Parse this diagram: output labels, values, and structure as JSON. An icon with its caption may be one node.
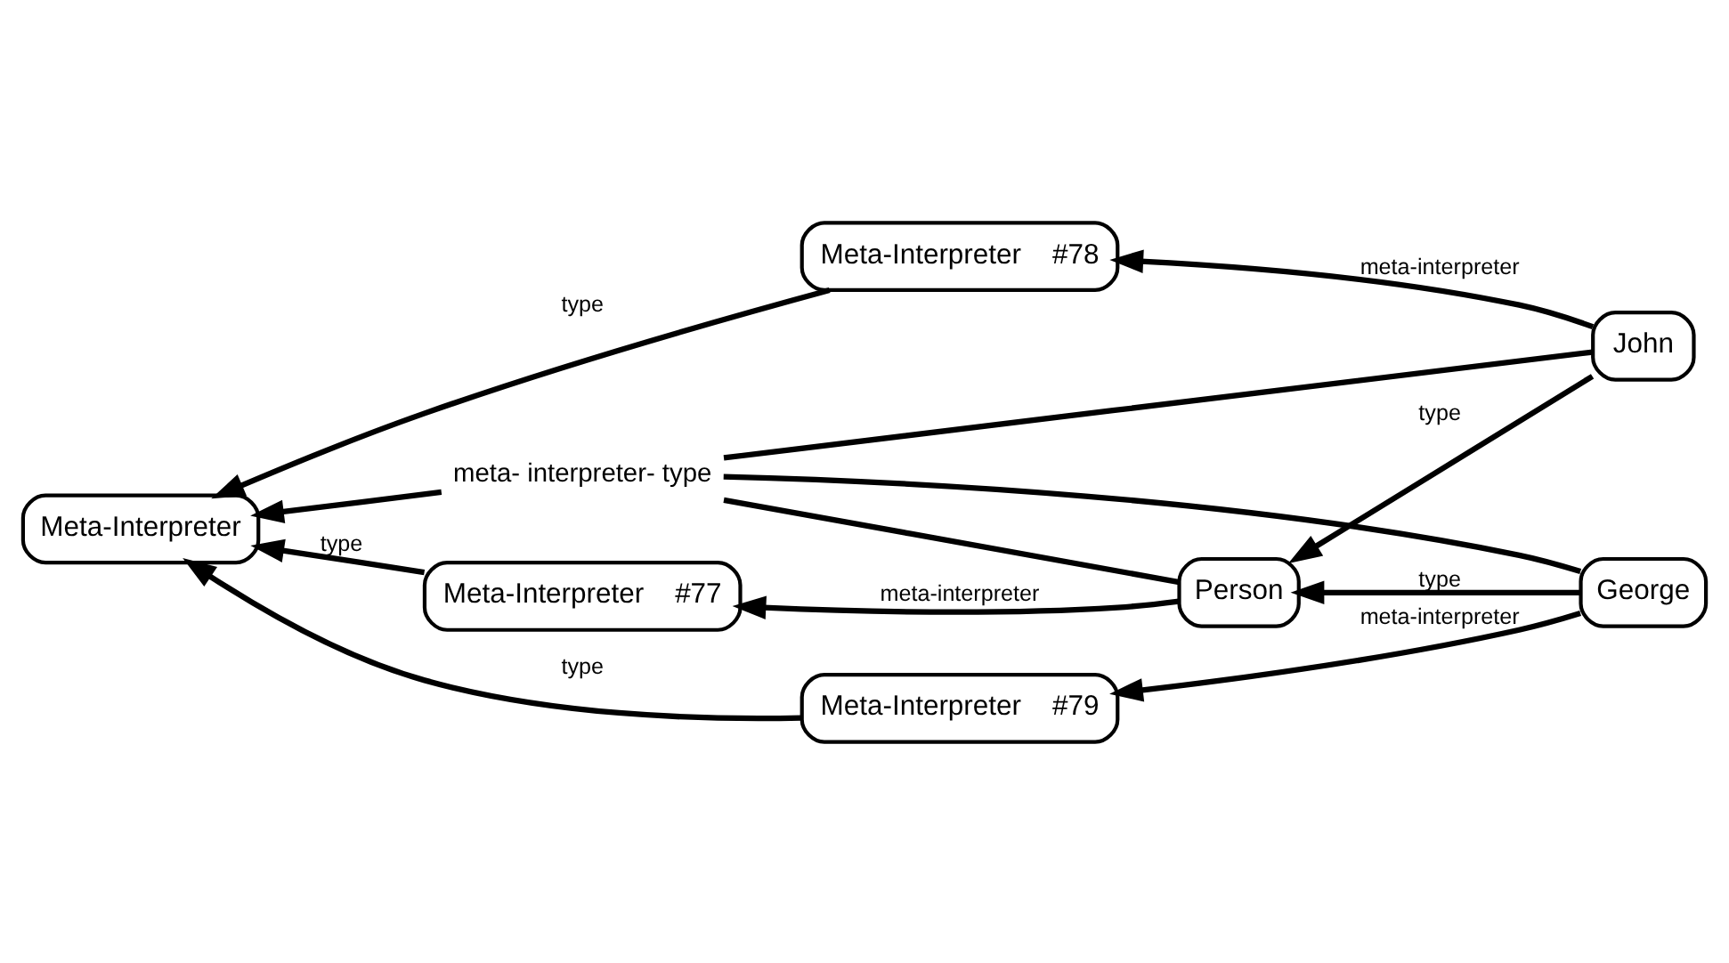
{
  "diagram": {
    "nodes": [
      {
        "text": [
          "Meta-Interpreter    #77"
        ]
      },
      {
        "text": [
          "Person"
        ]
      },
      {
        "text": [
          "Meta-Interpreter"
        ]
      },
      {
        "text": [
          "Meta-Interpreter    #78"
        ]
      },
      {
        "text": [
          "John"
        ]
      },
      {
        "text": [
          "Meta-Interpreter    #79"
        ]
      },
      {
        "text": [
          "George"
        ]
      },
      {
        "text": [
          "meta- interpreter- type"
        ]
      }
    ],
    "edges": [
      {
        "from": 1,
        "to": 0,
        "arrow": "to",
        "label": "meta-interpreter"
      },
      {
        "from": 0,
        "to": 2,
        "arrow": "to",
        "label": "type"
      },
      {
        "from": 1,
        "to": 7,
        "arrow": "none"
      },
      {
        "from": 7,
        "to": 2,
        "arrow": "to"
      },
      {
        "from": 4,
        "to": 1,
        "arrow": "to",
        "label": "type"
      },
      {
        "from": 6,
        "to": 1,
        "arrow": "to",
        "label": "type"
      },
      {
        "from": 3,
        "to": 2,
        "arrow": "to",
        "label": "type"
      },
      {
        "from": 5,
        "to": 2,
        "arrow": "to",
        "label": "type"
      },
      {
        "from": 4,
        "to": 7,
        "arrow": "none"
      },
      {
        "from": 6,
        "to": 7,
        "arrow": "none"
      },
      {
        "from": 4,
        "to": 3,
        "arrow": "to",
        "label": "meta-interpreter"
      },
      {
        "from": 6,
        "to": 5,
        "arrow": "to",
        "label": "meta-interpreter"
      }
    ]
  }
}
